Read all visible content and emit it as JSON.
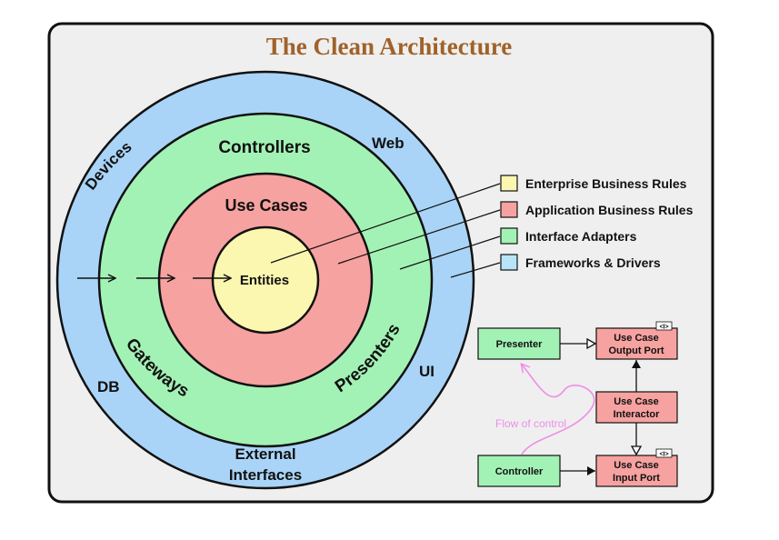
{
  "title": "The Clean Architecture",
  "colors": {
    "title": "#a0622a",
    "panel": "#efefef",
    "outer_ring": "#a9d4f7",
    "green_ring": "#a3f2b5",
    "red_ring": "#f6a2a0",
    "core": "#fbf6b0",
    "flow": "#ee8ee8"
  },
  "layers": {
    "outer": {
      "devices": "Devices",
      "web": "Web",
      "db": "DB",
      "ui": "UI",
      "external_1": "External",
      "external_2": "Interfaces"
    },
    "adapters": {
      "controllers": "Controllers",
      "gateways": "Gateways",
      "presenters": "Presenters"
    },
    "use_cases": "Use Cases",
    "entities": "Entities"
  },
  "legend": [
    {
      "label": "Enterprise Business Rules",
      "color": "#fbf6b0"
    },
    {
      "label": "Application Business Rules",
      "color": "#f6a2a0"
    },
    {
      "label": "Interface Adapters",
      "color": "#a3f2b5"
    },
    {
      "label": "Frameworks & Drivers",
      "color": "#b8e4fa"
    }
  ],
  "flow_diagram": {
    "presenter": "Presenter",
    "controller": "Controller",
    "output_port_1": "Use Case",
    "output_port_2": "Output Port",
    "interactor_1": "Use Case",
    "interactor_2": "Interactor",
    "input_port_1": "Use Case",
    "input_port_2": "Input Port",
    "interface_marker": "<I>",
    "flow_label": "Flow of control"
  }
}
